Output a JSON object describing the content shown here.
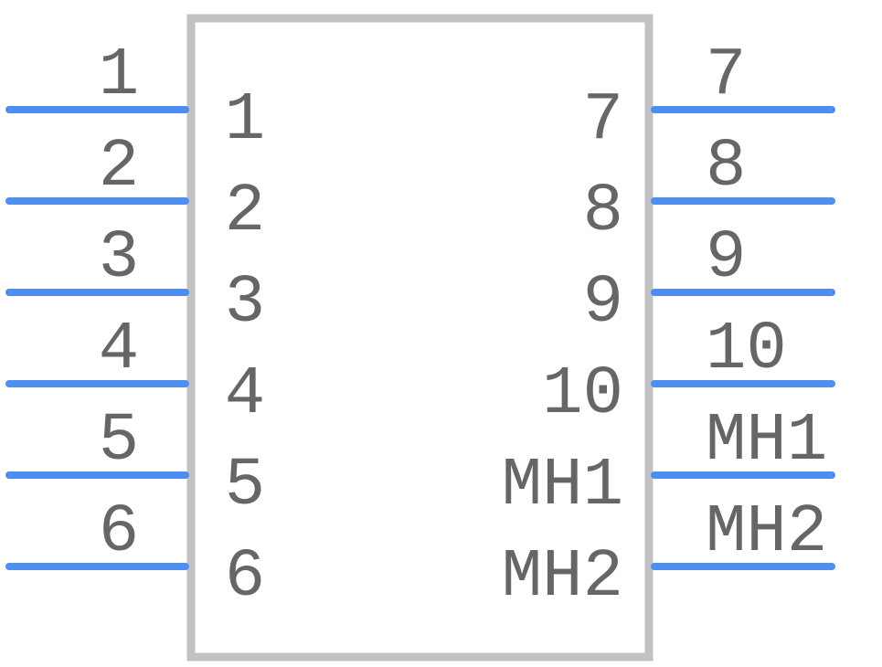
{
  "colors": {
    "pin": "#4f8ef0",
    "body": "#c2c2c2",
    "text": "#666666"
  },
  "component": {
    "left_pins": [
      {
        "outer_label": "1",
        "inner_label": "1"
      },
      {
        "outer_label": "2",
        "inner_label": "2"
      },
      {
        "outer_label": "3",
        "inner_label": "3"
      },
      {
        "outer_label": "4",
        "inner_label": "4"
      },
      {
        "outer_label": "5",
        "inner_label": "5"
      },
      {
        "outer_label": "6",
        "inner_label": "6"
      }
    ],
    "right_pins": [
      {
        "outer_label": "7",
        "inner_label": "7"
      },
      {
        "outer_label": "8",
        "inner_label": "8"
      },
      {
        "outer_label": "9",
        "inner_label": "9"
      },
      {
        "outer_label": "10",
        "inner_label": "10"
      },
      {
        "outer_label": "MH1",
        "inner_label": "MH1"
      },
      {
        "outer_label": "MH2",
        "inner_label": "MH2"
      }
    ]
  }
}
